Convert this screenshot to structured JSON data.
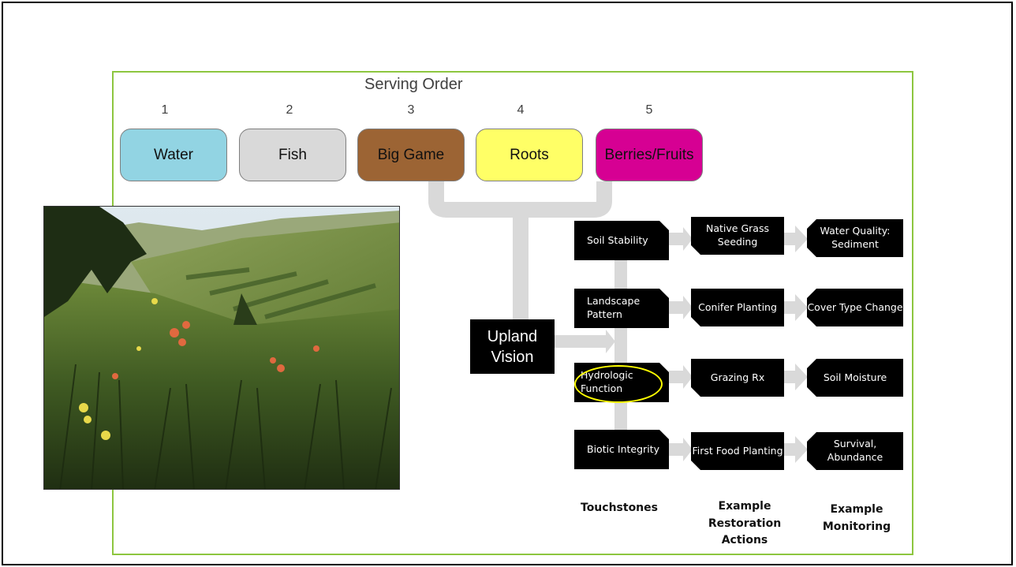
{
  "serving_order": {
    "title": "Serving Order",
    "items": [
      {
        "number": "1",
        "label": "Water",
        "color": "#92d4e3"
      },
      {
        "number": "2",
        "label": "Fish",
        "color": "#d9d9d9"
      },
      {
        "number": "3",
        "label": "Big Game",
        "color": "#9c6434"
      },
      {
        "number": "4",
        "label": "Roots",
        "color": "#ffff66"
      },
      {
        "number": "5",
        "label": "Berries/Fruits",
        "color": "#d60093"
      }
    ]
  },
  "upland_vision": {
    "label": "Upland Vision"
  },
  "touchstones": [
    "Soil Stability",
    "Landscape Pattern",
    "Hydrologic Function",
    "Biotic Integrity"
  ],
  "restoration_actions": [
    "Native Grass Seeding",
    "Conifer Planting",
    "Grazing Rx",
    "First Food Planting"
  ],
  "monitoring": [
    "Water Quality: Sediment",
    "Cover Type Change",
    "Soil Moisture",
    "Survival, Abundance"
  ],
  "column_labels": {
    "touchstones": "Touchstones",
    "restoration": "Example Restoration Actions",
    "monitoring": "Example Monitoring"
  },
  "colors": {
    "frame": "#8dc63f",
    "connector": "#d9d9d9",
    "highlight": "#ffff00"
  }
}
